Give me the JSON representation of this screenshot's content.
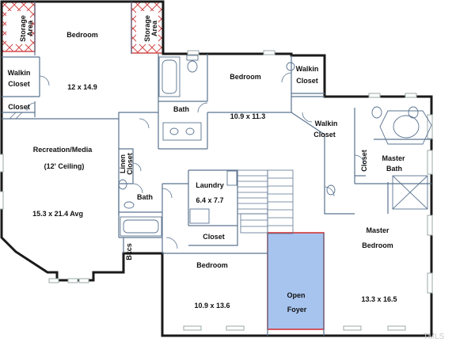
{
  "plan": {
    "colors": {
      "wall": "#1a1a1a",
      "interior": "#5a7390",
      "storage_hatch": "#d24a4a",
      "foyer_fill": "#a7c4ef",
      "foyer_border": "#d22a2a",
      "window": "#9aa7a7"
    },
    "labels": {
      "storage_left": [
        "Storage",
        "Area"
      ],
      "storage_right": [
        "Storage",
        "Area"
      ],
      "bedroom_top": "Bedroom",
      "bedroom_top_dim": "12 x 14.9",
      "walkin_left": [
        "Walkin",
        "Closet"
      ],
      "closet_left": "Closet",
      "bath_top": "Bath",
      "bedroom_mid": "Bedroom",
      "bedroom_mid_dim": "10.9 x 11.3",
      "walkin_mid": [
        "Walkin",
        "Closet"
      ],
      "walkin_master": [
        "Walkin",
        "Closet"
      ],
      "master_bath": [
        "Master",
        "Bath"
      ],
      "closet_vert": "Closet",
      "rec": [
        "Recreation/Media",
        "(12' Ceiling)",
        "15.3 x 21.4 Avg"
      ],
      "linen": [
        "Linen",
        "Closet"
      ],
      "bath_left": "Bath",
      "bkcs": "Bkcs",
      "laundry": [
        "Laundry",
        "6.4 x 7.7"
      ],
      "closet_small": "Closet",
      "bedroom_bottom": "Bedroom",
      "bedroom_bottom_dim": "10.9 x 13.6",
      "foyer": [
        "Open",
        "Foyer"
      ],
      "master_bedroom": [
        "Master",
        "Bedroom"
      ],
      "master_dim": "13.3 x 16.5",
      "watermark": "TMLS"
    }
  }
}
